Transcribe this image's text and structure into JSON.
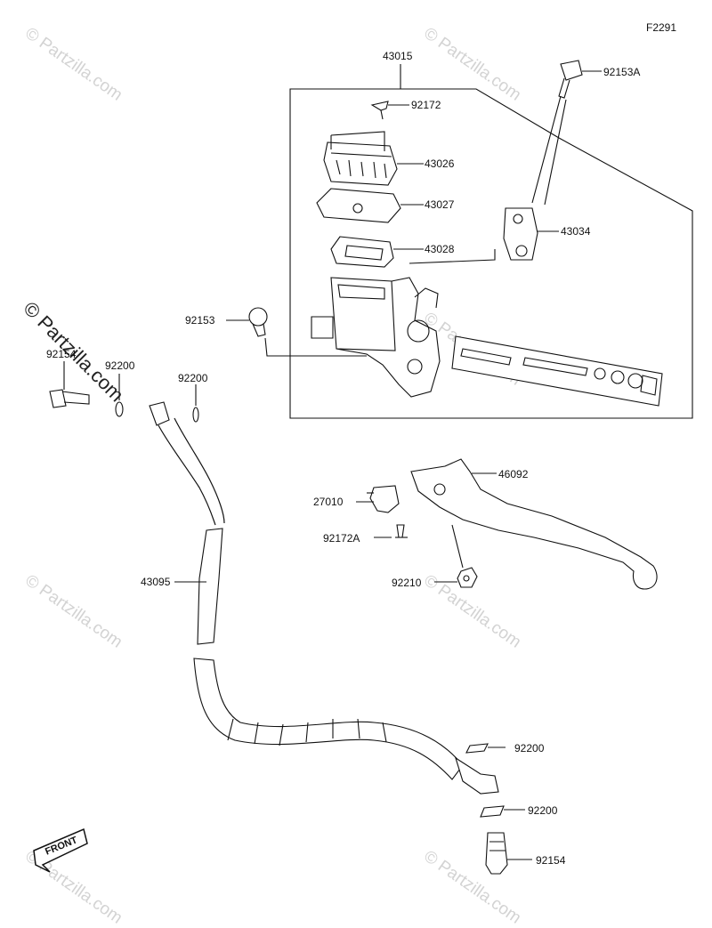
{
  "figure_code": "F2291",
  "watermark_main": "© Partzilla.com",
  "watermark_faint": "© Partzilla.com",
  "front_label": "FRONT",
  "parts": {
    "p43015": "43015",
    "p92153A": "92153A",
    "p92172": "92172",
    "p43026": "43026",
    "p43027": "43027",
    "p43028": "43028",
    "p43034": "43034",
    "p92153": "92153",
    "p92154_top": "92154",
    "p92200_a": "92200",
    "p92200_b": "92200",
    "p46092": "46092",
    "p27010": "27010",
    "p92172A": "92172A",
    "p92210": "92210",
    "p43095": "43095",
    "p92200_c": "92200",
    "p92200_d": "92200",
    "p92154_bottom": "92154"
  }
}
